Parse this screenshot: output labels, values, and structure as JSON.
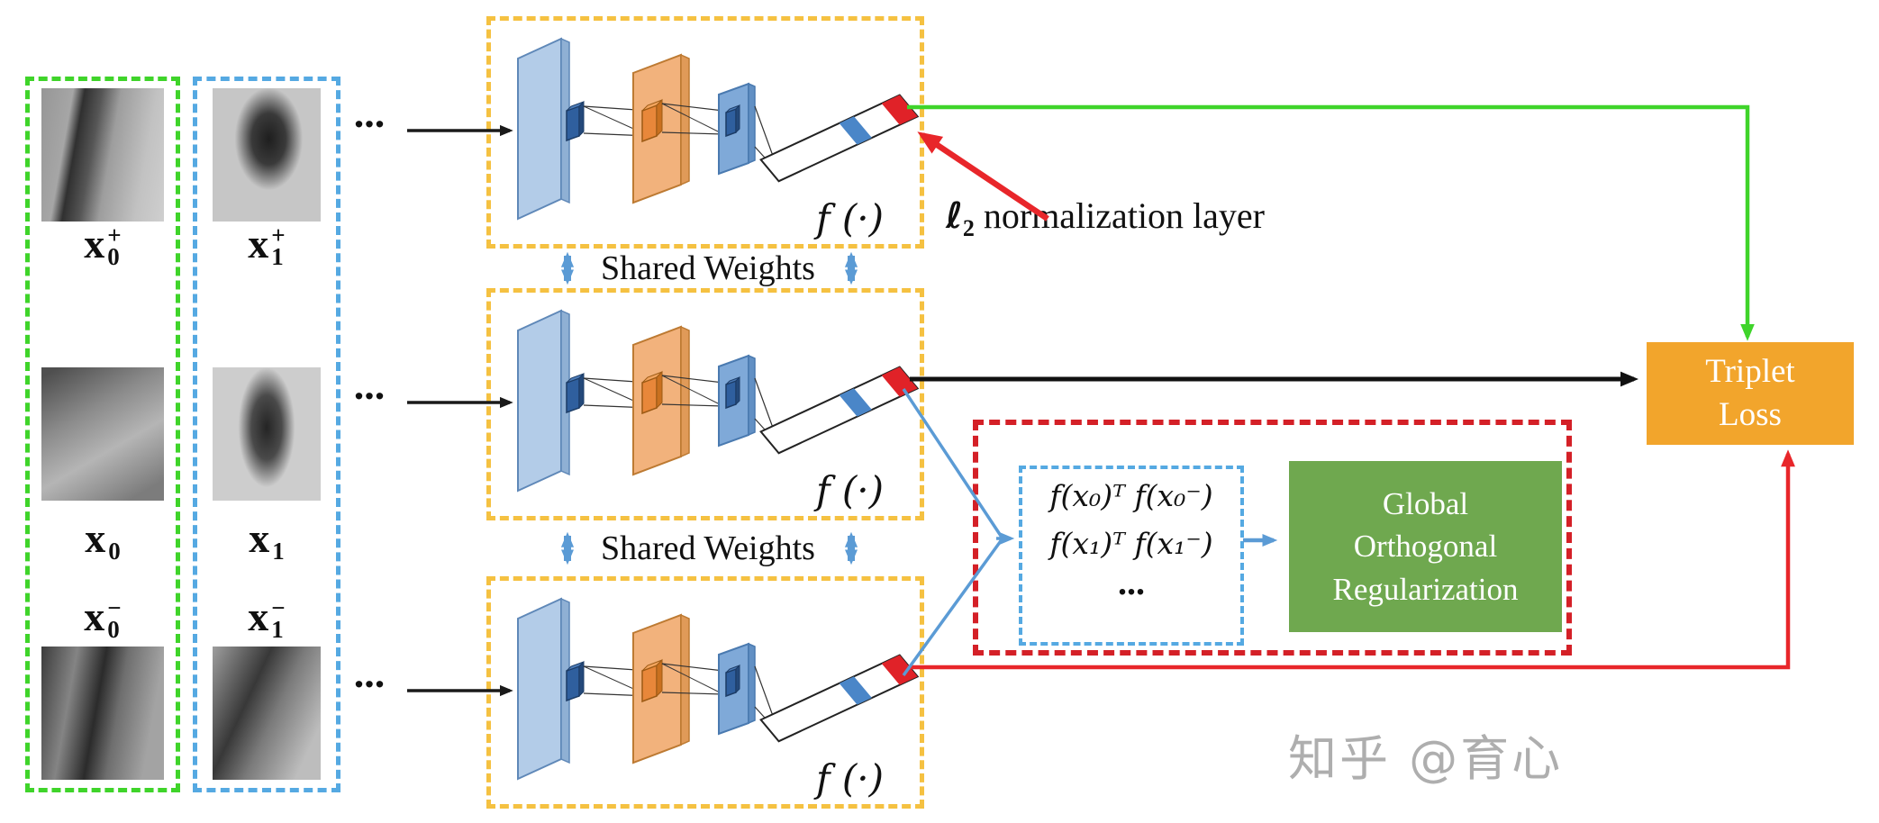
{
  "columns": {
    "green": {
      "labels": [
        {
          "base": "x",
          "sub": "0",
          "sup": "+"
        },
        {
          "base": "x",
          "sub": "0",
          "sup": ""
        },
        {
          "base": "x",
          "sub": "0",
          "sup": "−"
        }
      ]
    },
    "blue": {
      "labels": [
        {
          "base": "x",
          "sub": "1",
          "sup": "+"
        },
        {
          "base": "x",
          "sub": "1",
          "sup": ""
        },
        {
          "base": "x",
          "sub": "1",
          "sup": "−"
        }
      ]
    }
  },
  "network": {
    "input_dots": "...",
    "shared_weights_label": "Shared Weights",
    "embedding_function_label": "f (·)"
  },
  "annotations": {
    "l2_symbol": "ℓ",
    "l2_sub": "2",
    "l2_text": " normalization layer"
  },
  "gor": {
    "formula_line1": "f(x₀)ᵀ f(x₀⁻)",
    "formula_line2": "f(x₁)ᵀ f(x₁⁻)",
    "dots": "...",
    "box_label": "Global\nOrthogonal\nRegularization"
  },
  "loss": {
    "label": "Triplet\nLoss"
  },
  "watermark": "知乎 @育心",
  "colors": {
    "triplet0_column_border": "#3fd42a",
    "triplet1_column_border": "#55a9e2",
    "network_box_border": "#f5c141",
    "gor_outer_border": "#d42027",
    "gor_inner_border": "#55a9e2",
    "gor_box_fill": "#6fa84f",
    "loss_box_fill": "#f2a52c",
    "anchor_line": "#3fd42a",
    "negative_line": "#e8262a",
    "shared_weights_arrow": "#5b9bd5",
    "descriptor_stripe_blue": "#4a86c8",
    "descriptor_stripe_red": "#e02228"
  }
}
